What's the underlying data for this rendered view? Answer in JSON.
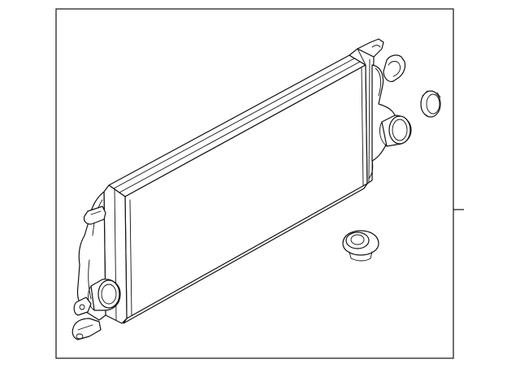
{
  "diagram": {
    "parts": [
      {
        "name": "intercooler-core"
      },
      {
        "name": "left-end-tank"
      },
      {
        "name": "right-end-tank"
      },
      {
        "name": "inlet-outlet-pipe"
      },
      {
        "name": "mounting-bracket"
      },
      {
        "name": "rubber-insulator"
      },
      {
        "name": "hose-clamp-cap"
      },
      {
        "name": "grommet"
      }
    ],
    "colors": {
      "line": "#111111",
      "background": "#ffffff"
    }
  }
}
